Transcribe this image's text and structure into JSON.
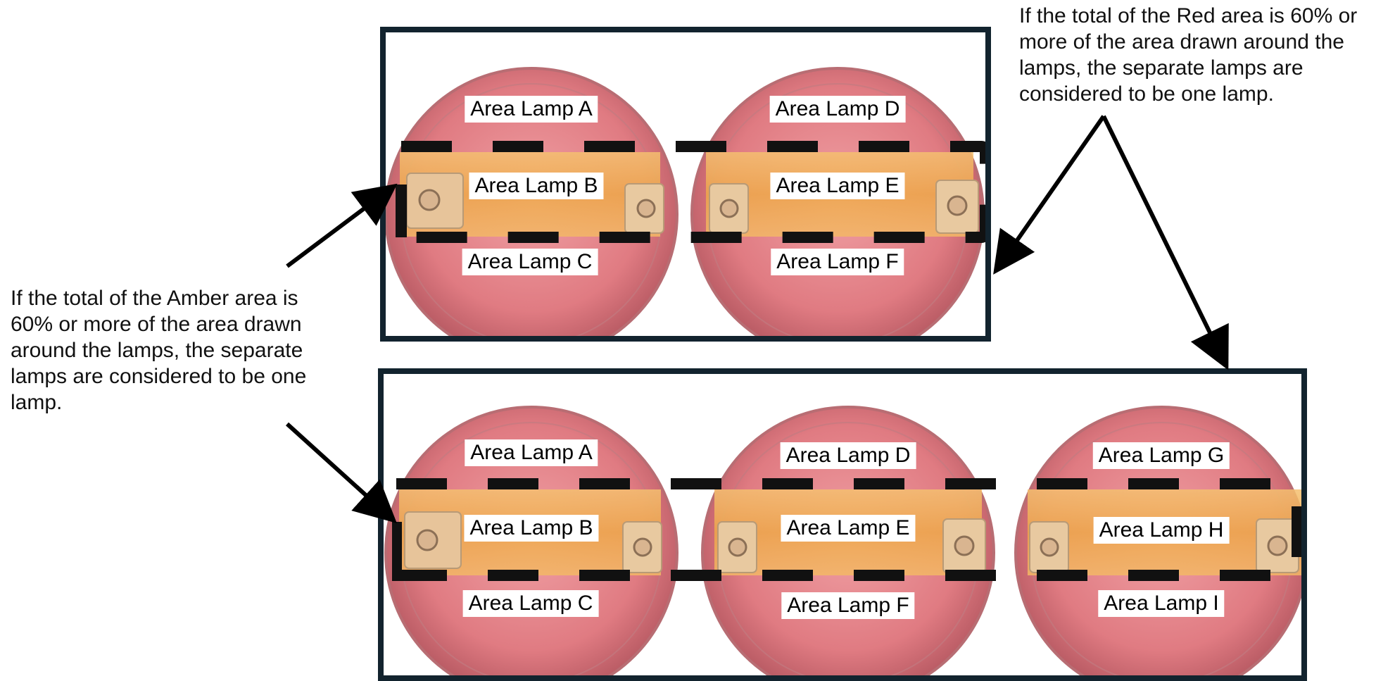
{
  "notes": {
    "red": "If the total of the Red area is 60% or\nmore of the area drawn around the\nlamps, the separate lamps are\nconsidered to be one lamp.",
    "amber": "If the total of the Amber area is\n60% or more of the area drawn\naround the lamps, the separate\nlamps are considered to be one\nlamp."
  },
  "top_panel": {
    "labels": [
      "Area Lamp A",
      "Area Lamp B",
      "Area Lamp C",
      "Area Lamp D",
      "Area Lamp E",
      "Area Lamp F"
    ]
  },
  "bottom_panel": {
    "labels": [
      "Area Lamp A",
      "Area Lamp B",
      "Area Lamp C",
      "Area Lamp D",
      "Area Lamp E",
      "Area Lamp F",
      "Area Lamp G",
      "Area Lamp H",
      "Area Lamp I"
    ]
  },
  "colors": {
    "red_lens": "#d9626e",
    "amber_strip": "#f0a94a",
    "frame": "#12232e",
    "dash": "#111111"
  }
}
